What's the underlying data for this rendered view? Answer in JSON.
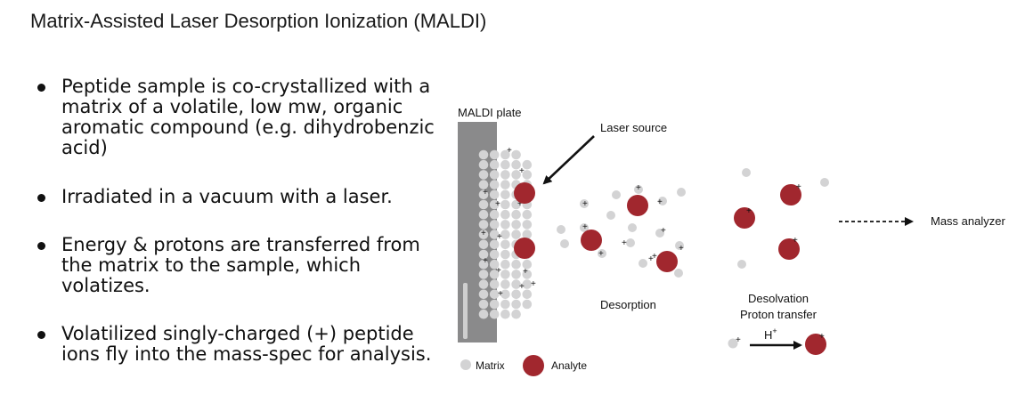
{
  "title": "Matrix-Assisted Laser Desorption Ionization (MALDI)",
  "bullets": [
    "Peptide sample is co-crystallized with a matrix of a volatile, low mw, organic aromatic compound (e.g. dihydrobenzic acid)",
    "Irradiated in a vacuum with a laser.",
    "Energy & protons are transferred from the matrix to the sample, which volatizes.",
    "Volatilized singly-charged (+) peptide ions fly into the mass-spec for analysis."
  ],
  "diagram": {
    "plate_label": "MALDI plate",
    "laser_label": "Laser source",
    "desorption_label": "Desorption",
    "desolvation_label": "Desolvation",
    "proton_transfer_label": "Proton transfer",
    "proton_symbol": "H",
    "proton_superscript": "+",
    "mass_analyzer_label": "Mass analyzer",
    "legend": {
      "matrix": "Matrix",
      "analyte": "Analyte"
    },
    "colors": {
      "plate": "#8a8a8b",
      "matrix": "#d3d3d4",
      "analyte": "#a1272e"
    }
  }
}
